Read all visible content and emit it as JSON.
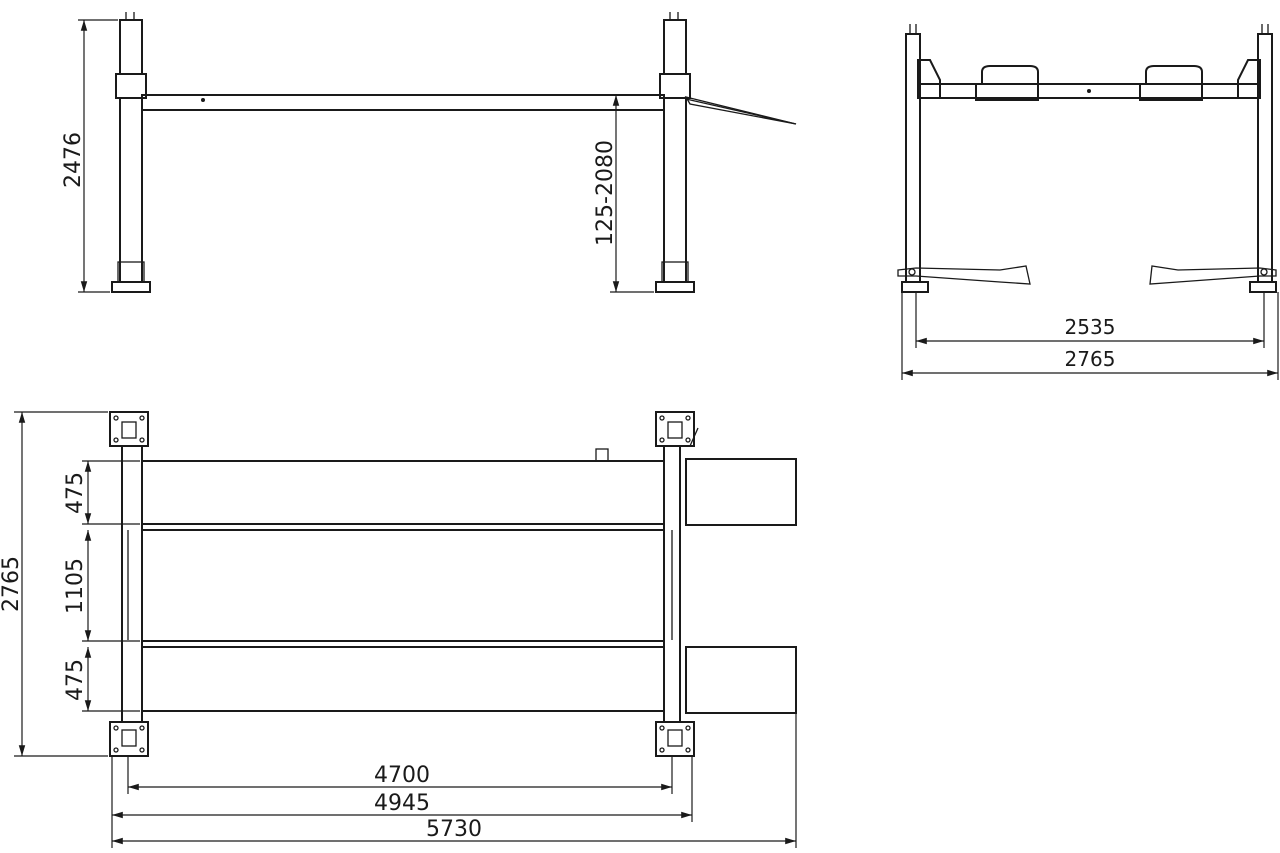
{
  "drawing": {
    "side_view": {
      "overall_height": "2476",
      "lift_range": "125-2080"
    },
    "end_view": {
      "inner_width": "2535",
      "outer_width": "2765"
    },
    "plan_view": {
      "overall_width": "2765",
      "runway_width_top": "475",
      "runway_gap": "1105",
      "runway_width_bottom": "475",
      "post_span": "4700",
      "frame_length": "4945",
      "overall_length": "5730"
    }
  }
}
